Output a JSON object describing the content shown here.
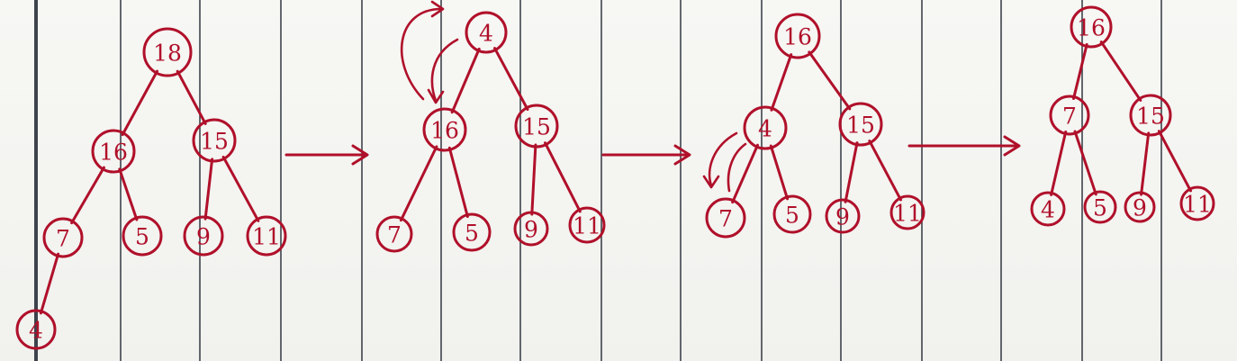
{
  "paper": {
    "ink_color": "#b0102a",
    "line_color": "#1e2530"
  },
  "diagrams": [
    {
      "name": "tree-1",
      "nodes": [
        {
          "id": "a",
          "label": "18"
        },
        {
          "id": "b",
          "label": "16"
        },
        {
          "id": "c",
          "label": "15"
        },
        {
          "id": "d",
          "label": "7"
        },
        {
          "id": "e",
          "label": "5"
        },
        {
          "id": "f",
          "label": "9"
        },
        {
          "id": "g",
          "label": "11"
        },
        {
          "id": "h",
          "label": "4"
        }
      ],
      "edges": [
        [
          "a",
          "b"
        ],
        [
          "a",
          "c"
        ],
        [
          "b",
          "d"
        ],
        [
          "b",
          "e"
        ],
        [
          "c",
          "f"
        ],
        [
          "c",
          "g"
        ],
        [
          "d",
          "h"
        ]
      ]
    },
    {
      "name": "tree-2",
      "nodes": [
        {
          "id": "a",
          "label": "4"
        },
        {
          "id": "b",
          "label": "16"
        },
        {
          "id": "c",
          "label": "15"
        },
        {
          "id": "d",
          "label": "7"
        },
        {
          "id": "e",
          "label": "5"
        },
        {
          "id": "f",
          "label": "9"
        },
        {
          "id": "g",
          "label": "11"
        }
      ],
      "edges": [
        [
          "a",
          "b"
        ],
        [
          "a",
          "c"
        ],
        [
          "b",
          "d"
        ],
        [
          "b",
          "e"
        ],
        [
          "c",
          "f"
        ],
        [
          "c",
          "g"
        ]
      ]
    },
    {
      "name": "tree-3",
      "nodes": [
        {
          "id": "a",
          "label": "16"
        },
        {
          "id": "b",
          "label": "4"
        },
        {
          "id": "c",
          "label": "15"
        },
        {
          "id": "d",
          "label": "7"
        },
        {
          "id": "e",
          "label": "5"
        },
        {
          "id": "f",
          "label": "9"
        },
        {
          "id": "g",
          "label": "11"
        }
      ],
      "edges": [
        [
          "a",
          "b"
        ],
        [
          "a",
          "c"
        ],
        [
          "b",
          "d"
        ],
        [
          "b",
          "e"
        ],
        [
          "c",
          "f"
        ],
        [
          "c",
          "g"
        ]
      ]
    },
    {
      "name": "tree-4",
      "nodes": [
        {
          "id": "a",
          "label": "16"
        },
        {
          "id": "b",
          "label": "7"
        },
        {
          "id": "c",
          "label": "15"
        },
        {
          "id": "d",
          "label": "4"
        },
        {
          "id": "e",
          "label": "5"
        },
        {
          "id": "f",
          "label": "9"
        },
        {
          "id": "g",
          "label": "11"
        }
      ],
      "edges": [
        [
          "a",
          "b"
        ],
        [
          "a",
          "c"
        ],
        [
          "b",
          "d"
        ],
        [
          "b",
          "e"
        ],
        [
          "c",
          "f"
        ],
        [
          "c",
          "g"
        ]
      ]
    }
  ]
}
